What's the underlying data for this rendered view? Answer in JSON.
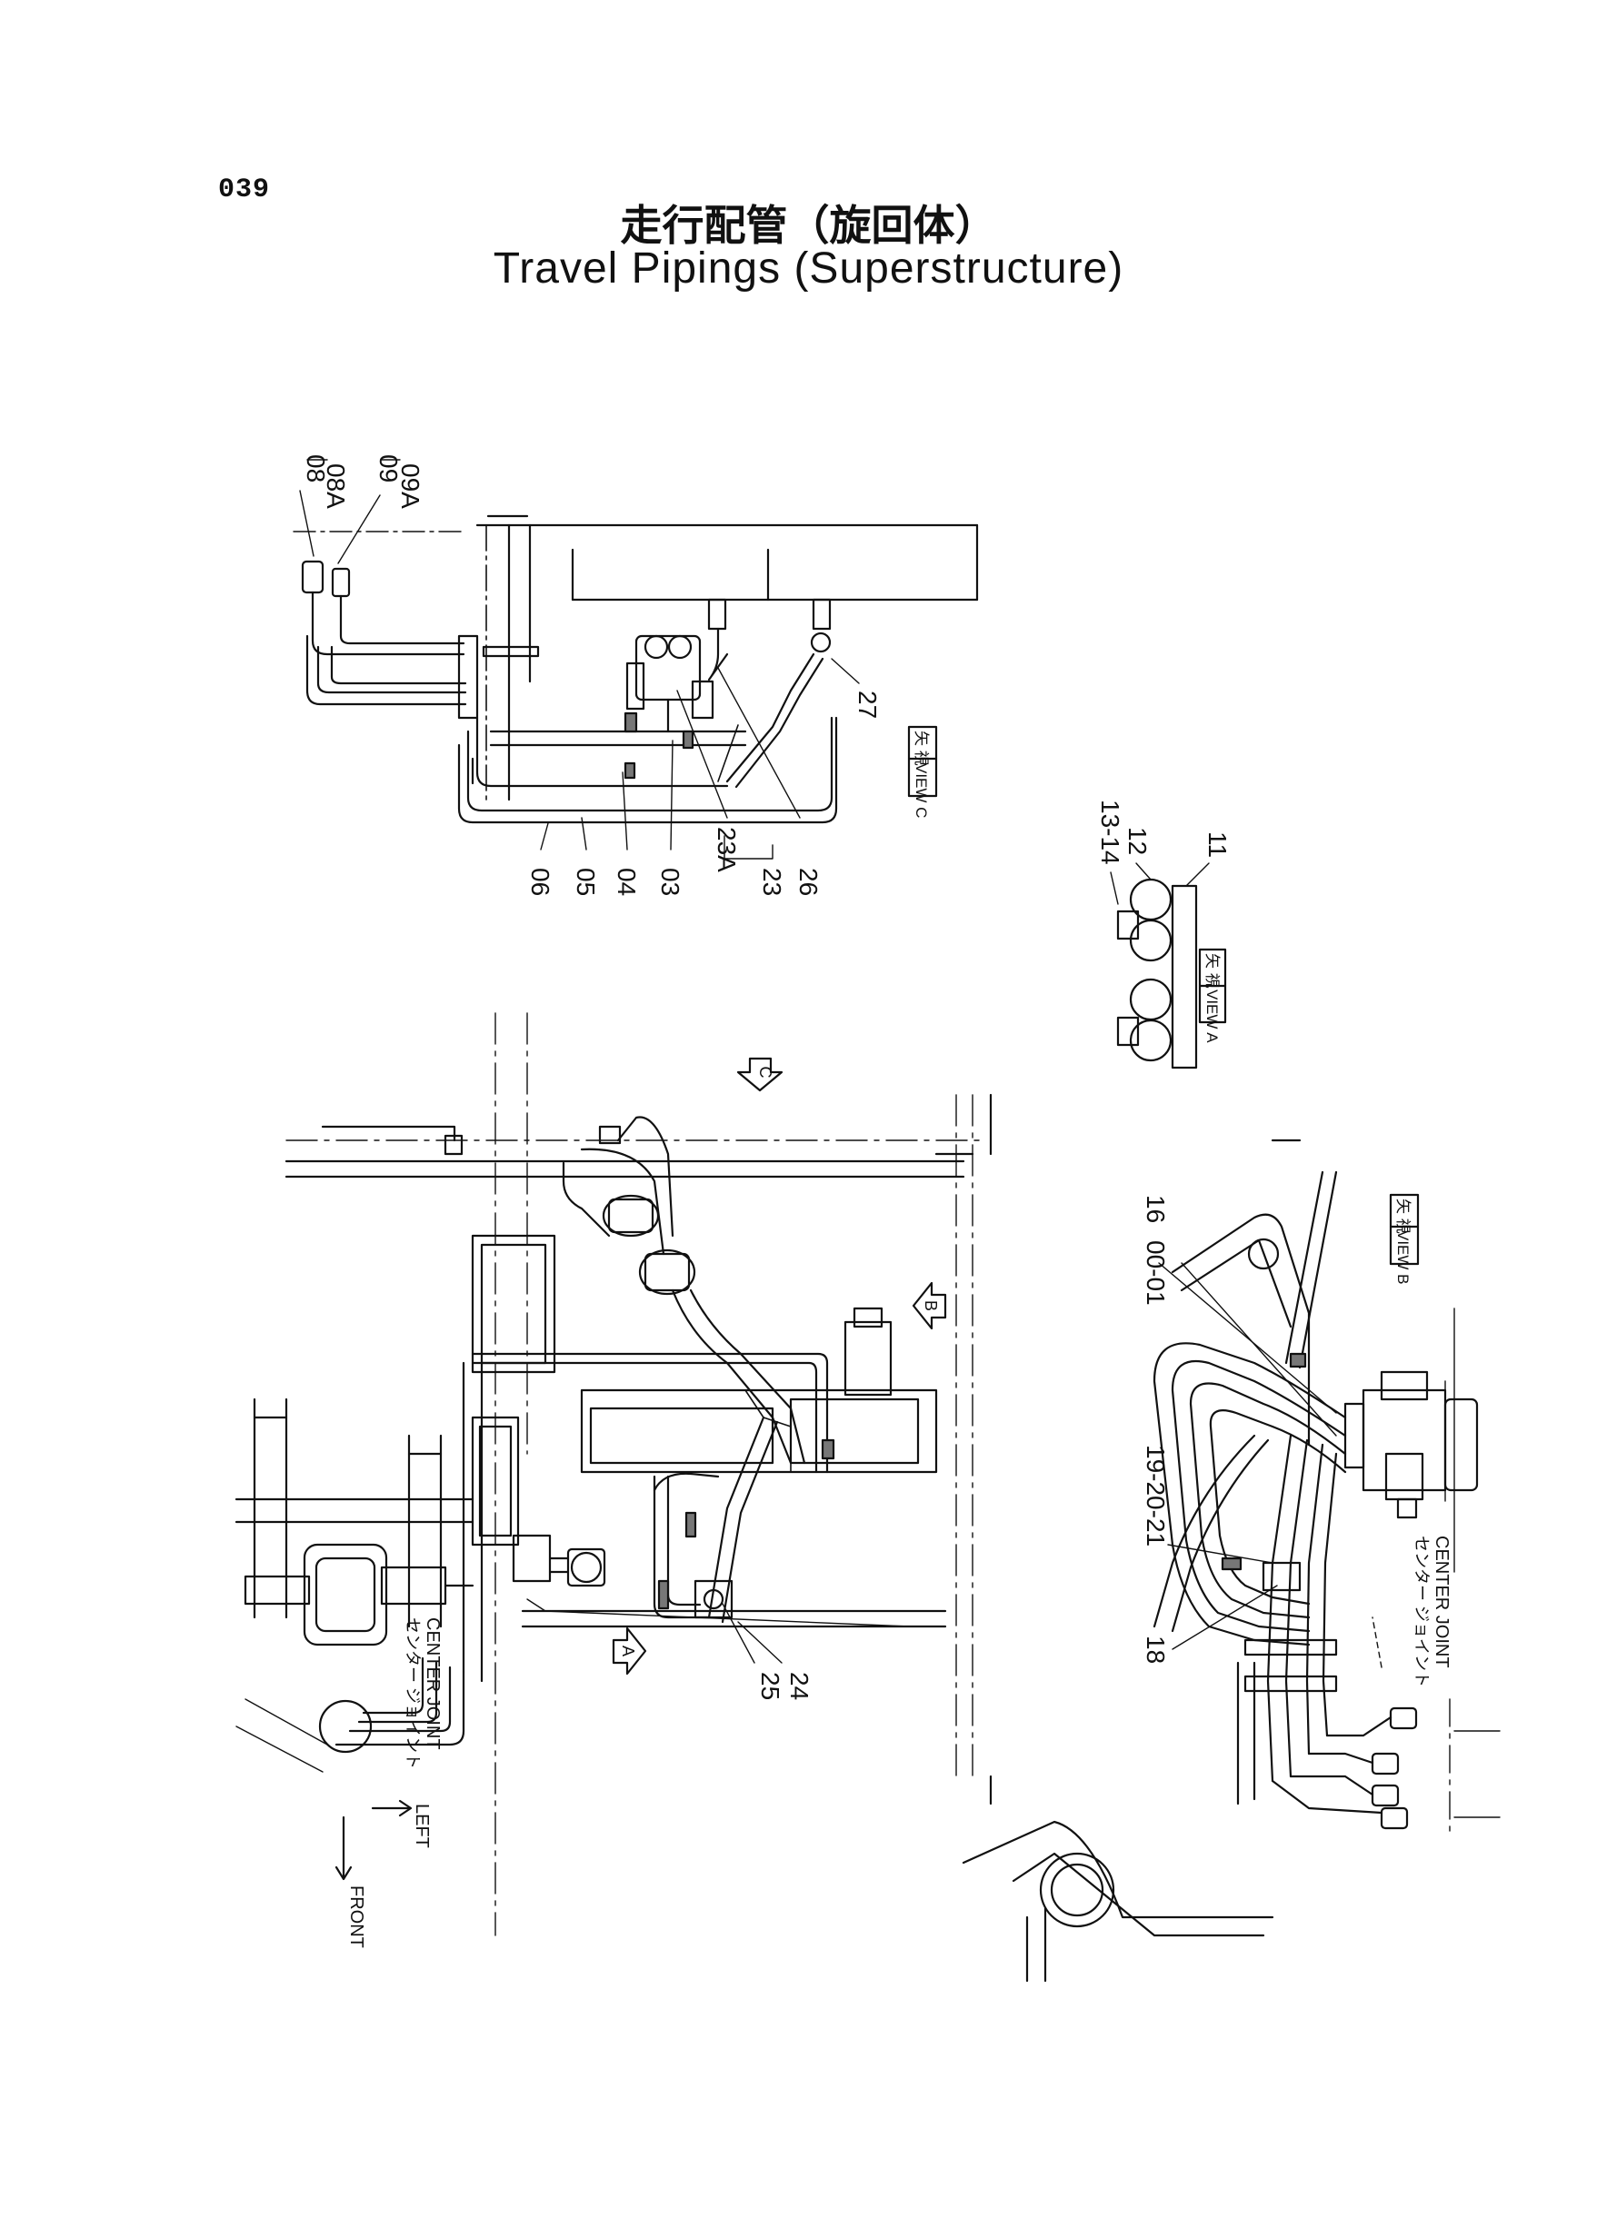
{
  "page": {
    "number": "039",
    "title_jp": "走行配管（旋回体）",
    "title_en": "Travel Pipings (Superstructure)"
  },
  "part_labels": {
    "p08": "08",
    "p08a": "08A",
    "p09": "09",
    "p09a": "09A",
    "p27": "27",
    "p06": "06",
    "p05": "05",
    "p04": "04",
    "p03": "03",
    "p23a": "23A",
    "p23": "23",
    "p26": "26",
    "p13_14": "13-14",
    "p12": "12",
    "p11": "11",
    "p16": "16",
    "p00_01": "00-01",
    "p19_20_21": "19-20-21",
    "p18": "18",
    "p25": "25",
    "p24": "24"
  },
  "views": {
    "view_c_jp": "矢 視",
    "view_c_en": "VIEW C",
    "view_a_jp": "矢 視",
    "view_a_en": "VIEW A",
    "view_b_jp": "矢 視",
    "view_b_en": "VIEW B"
  },
  "markers": {
    "c": "C",
    "b": "B",
    "a": "A"
  },
  "callouts": {
    "center_joint_kana_1": "センター ジョイント",
    "center_joint_en_1": "CENTER JOINT",
    "center_joint_kana_2": "センター ジョイント",
    "center_joint_en_2": "CENTER JOINT",
    "left": "LEFT",
    "front": "FRONT"
  }
}
